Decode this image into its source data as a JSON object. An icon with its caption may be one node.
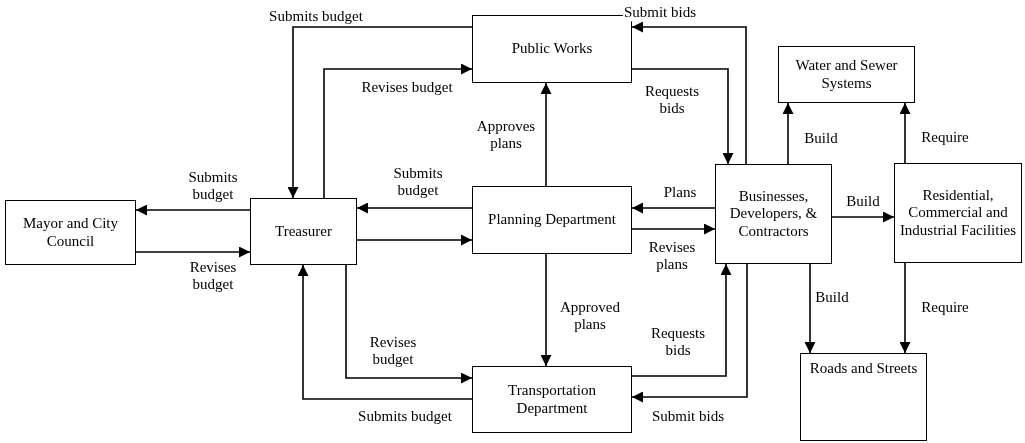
{
  "diagram": {
    "nodes": [
      {
        "text": [
          "Mayor and City Council"
        ]
      },
      {
        "text": [
          "Treasurer"
        ]
      },
      {
        "text": [
          "Public Works"
        ]
      },
      {
        "text": [
          "Planning Department"
        ]
      },
      {
        "text": [
          "Transportation Department"
        ]
      },
      {
        "text": [
          "Businesses, Developers, & Contractors"
        ]
      },
      {
        "text": [
          "Water and Sewer Systems"
        ]
      },
      {
        "text": [
          "Residential, Commercial and Industrial Facilities"
        ]
      },
      {
        "text": [
          "Roads and Streets"
        ]
      }
    ],
    "edges": [
      {
        "from": 1,
        "to": 0,
        "arrow": "to",
        "label": "Submits budget"
      },
      {
        "from": 0,
        "to": 1,
        "arrow": "to",
        "label": "Revises budget"
      },
      {
        "from": 2,
        "to": 1,
        "arrow": "to",
        "label": "Submits budget"
      },
      {
        "from": 1,
        "to": 2,
        "arrow": "to",
        "label": "Revises budget"
      },
      {
        "from": 3,
        "to": 1,
        "arrow": "to",
        "label": "Submits budget"
      },
      {
        "from": 1,
        "to": 3,
        "arrow": "to"
      },
      {
        "from": 3,
        "to": 2,
        "arrow": "to",
        "label": "Approves plans"
      },
      {
        "from": 2,
        "to": 5,
        "arrow": "to",
        "label": "Requests bids"
      },
      {
        "from": 5,
        "to": 2,
        "arrow": "to",
        "label": "Submit bids"
      },
      {
        "from": 5,
        "to": 3,
        "arrow": "to",
        "label": "Plans"
      },
      {
        "from": 3,
        "to": 5,
        "arrow": "to",
        "label": "Revises plans"
      },
      {
        "from": 3,
        "to": 4,
        "arrow": "to",
        "label": "Approved plans"
      },
      {
        "from": 1,
        "to": 4,
        "arrow": "to",
        "label": "Revises budget"
      },
      {
        "from": 4,
        "to": 1,
        "arrow": "to",
        "label": "Submits budget"
      },
      {
        "from": 4,
        "to": 5,
        "arrow": "to",
        "label": "Requests bids"
      },
      {
        "from": 5,
        "to": 4,
        "arrow": "to",
        "label": "Submit bids"
      },
      {
        "from": 5,
        "to": 6,
        "arrow": "to",
        "label": "Build"
      },
      {
        "from": 5,
        "to": 7,
        "arrow": "to",
        "label": "Build"
      },
      {
        "from": 5,
        "to": 8,
        "arrow": "to",
        "label": "Build"
      },
      {
        "from": 7,
        "to": 6,
        "arrow": "to",
        "label": "Require"
      },
      {
        "from": 7,
        "to": 8,
        "arrow": "to",
        "label": "Require"
      }
    ]
  }
}
